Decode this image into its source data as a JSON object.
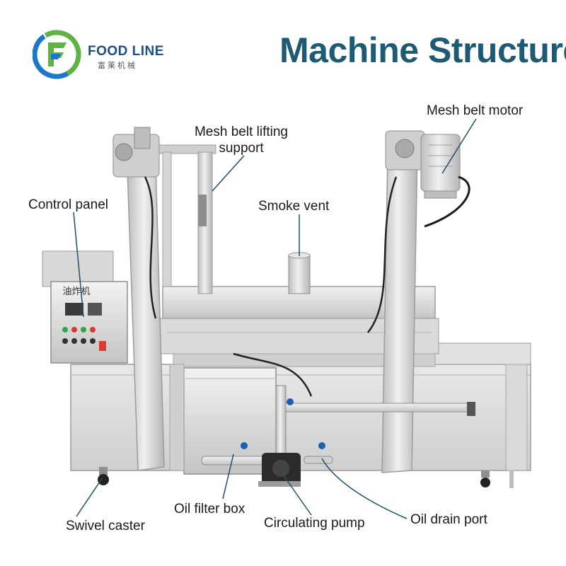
{
  "header": {
    "brand": "FOOD LINE",
    "brand_cn": "富莱机械",
    "title": "Machine Structure"
  },
  "machine": {
    "panel_text": "油炸机"
  },
  "labels": {
    "mesh_belt_motor": "Mesh belt motor",
    "mesh_belt_lifting_support_1": "Mesh belt lifting",
    "mesh_belt_lifting_support_2": "support",
    "control_panel": "Control panel",
    "smoke_vent": "Smoke vent",
    "swivel_caster": "Swivel caster",
    "oil_filter_box": "Oil filter box",
    "circulating_pump": "Circulating pump",
    "oil_drain_port": "Oil drain port"
  },
  "colors": {
    "title": "#1d5a73",
    "brand": "#1d4f86",
    "logo_green": "#5fb244",
    "logo_blue": "#1f77c9",
    "steel_light": "#e3e3e3",
    "steel_mid": "#c9c9c9",
    "steel_dark": "#9c9c9c",
    "leader_line": "#1f4f6b"
  }
}
